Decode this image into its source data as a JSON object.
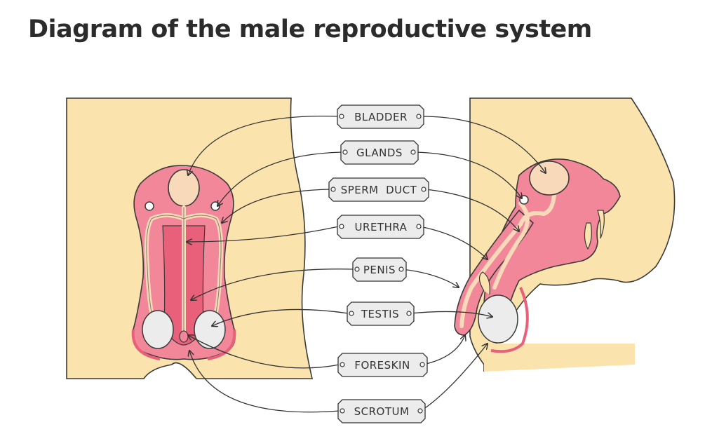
{
  "title": "Diagram of the male reproductive system",
  "labels": {
    "bladder": "BLADDER",
    "glands": "GLANDS",
    "sperm_duct": "SPERM  DUCT",
    "urethra": "URETHRA",
    "penis": "PENIS",
    "testis": "TESTIS",
    "foreskin": "FORESKIN",
    "scrotum": "SCROTUM"
  },
  "colors": {
    "skin": "#fbe3ae",
    "organ_pink": "#f2879a",
    "organ_dark": "#e8607a",
    "bladder": "#f8d9b9",
    "testis": "#ececec",
    "label_bg": "#ececec",
    "outline": "#3a3a3a"
  }
}
